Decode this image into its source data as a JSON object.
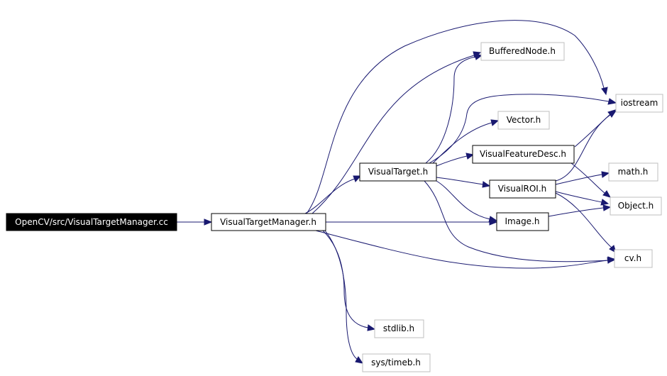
{
  "nodes": {
    "root": "OpenCV/src/VisualTargetManager.cc",
    "vtm_h": "VisualTargetManager.h",
    "vt_h": "VisualTarget.h",
    "buffered": "BufferedNode.h",
    "iostream": "iostream",
    "vector": "Vector.h",
    "vfd": "VisualFeatureDesc.h",
    "math": "math.h",
    "vroi": "VisualROI.h",
    "object": "Object.h",
    "image": "Image.h",
    "cv": "cv.h",
    "stdlib": "stdlib.h",
    "timeb": "sys/timeb.h"
  },
  "colors": {
    "edge": "#191970",
    "root_fill": "#000000",
    "documented_border": "#000000",
    "undocumented_border": "#bfbfbf"
  }
}
